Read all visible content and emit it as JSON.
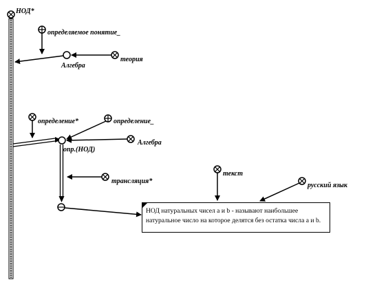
{
  "diagram": {
    "labels": {
      "nod": "НОД*",
      "defined_concept": "определяемое понятие_",
      "algebra_1": "Алгебра",
      "theory": "теория",
      "definition_star": "определение*",
      "definition_u": "определение_",
      "def_nod": "опр.(НОД)",
      "algebra_2": "Алгебра",
      "translation": "трансляция*",
      "text": "текст",
      "russian": "русский язык"
    },
    "definition_text": "НОД натуральных чисел a и b - называют наибольшее натуральное число на которое делятся без остатка числа a и b.",
    "colors": {
      "stroke": "#000000",
      "background": "#ffffff"
    }
  }
}
